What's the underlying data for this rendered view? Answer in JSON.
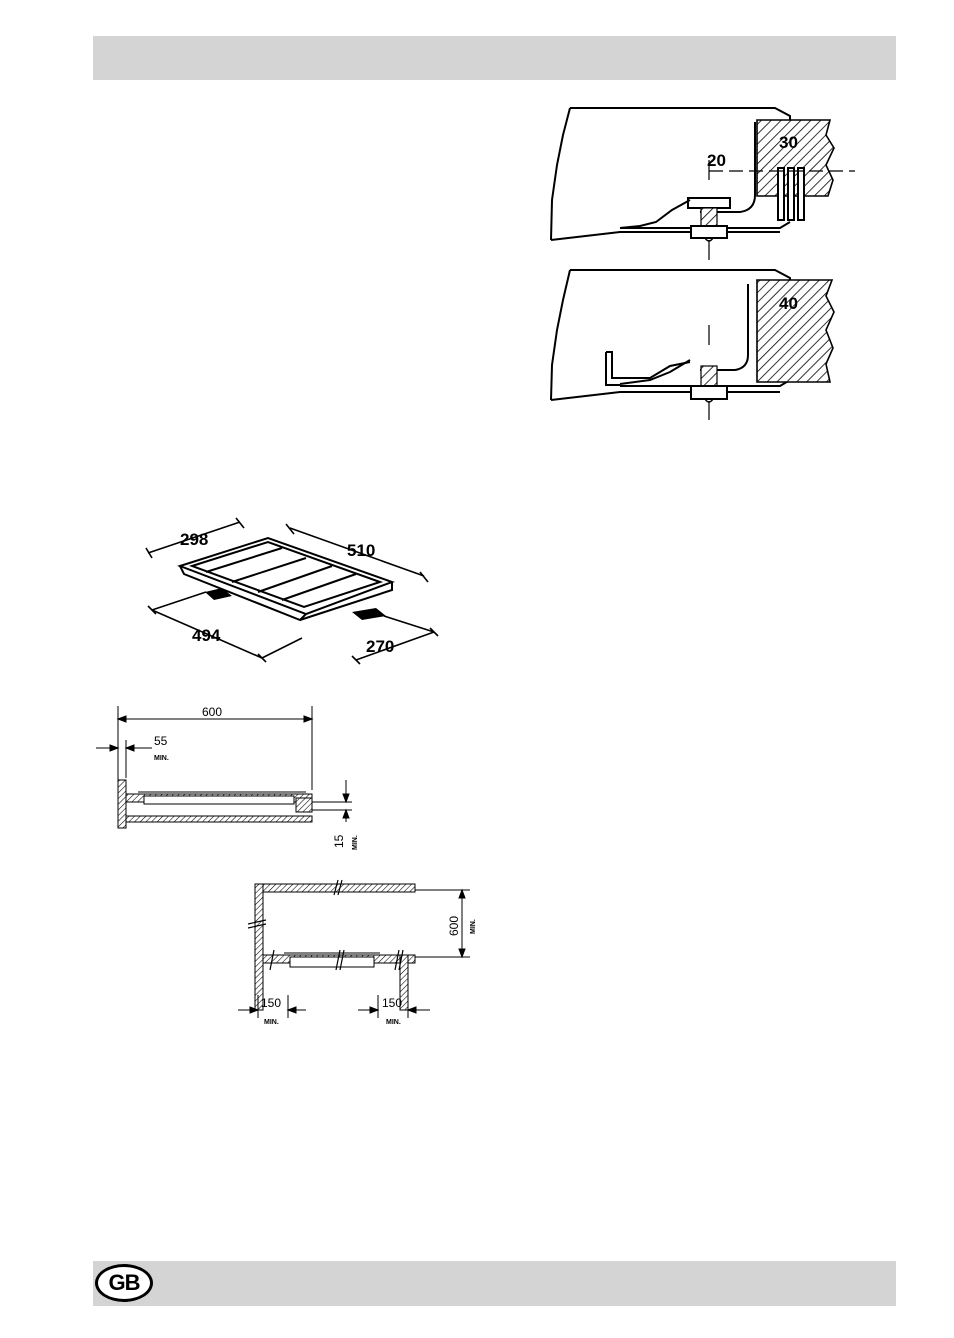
{
  "header": {
    "band_color": "#d4d4d4"
  },
  "footer": {
    "badge": "GB"
  },
  "clamp_diagram_top": {
    "worktop_thickness": "30",
    "depth": "20"
  },
  "clamp_diagram_bottom": {
    "worktop_thickness": "40"
  },
  "hob_dimensions": {
    "top_width": "298",
    "top_depth": "510",
    "cutout_width": "494",
    "cutout_depth": "270"
  },
  "side_clearance": {
    "width": "600",
    "side_gap": "55",
    "side_gap_note": "MIN.",
    "gap_below": "15",
    "gap_below_note": "MIN."
  },
  "hood_clearance": {
    "height": "600",
    "height_note": "MIN.",
    "left_gap": "150",
    "left_gap_note": "MIN.",
    "right_gap": "150",
    "right_gap_note": "MIN."
  }
}
